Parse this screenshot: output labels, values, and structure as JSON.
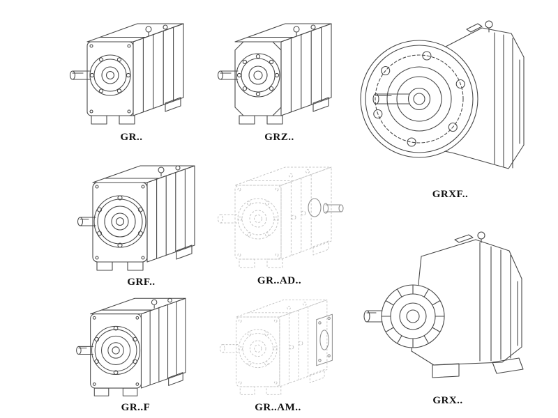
{
  "colors": {
    "line": "#474747",
    "ghost": "#c4c4c4",
    "ghost_accent": "#8f8f8f",
    "label": "#101010",
    "page_bg": "#ffffff"
  },
  "figures": [
    {
      "label": "GR.."
    },
    {
      "label": "GRZ.."
    },
    {
      "label": "GRXF.."
    },
    {
      "label": "GRF.."
    },
    {
      "label": "GR..AD.."
    },
    {
      "label": "GR..F"
    },
    {
      "label": "GR..AM.."
    },
    {
      "label": "GRX.."
    }
  ]
}
